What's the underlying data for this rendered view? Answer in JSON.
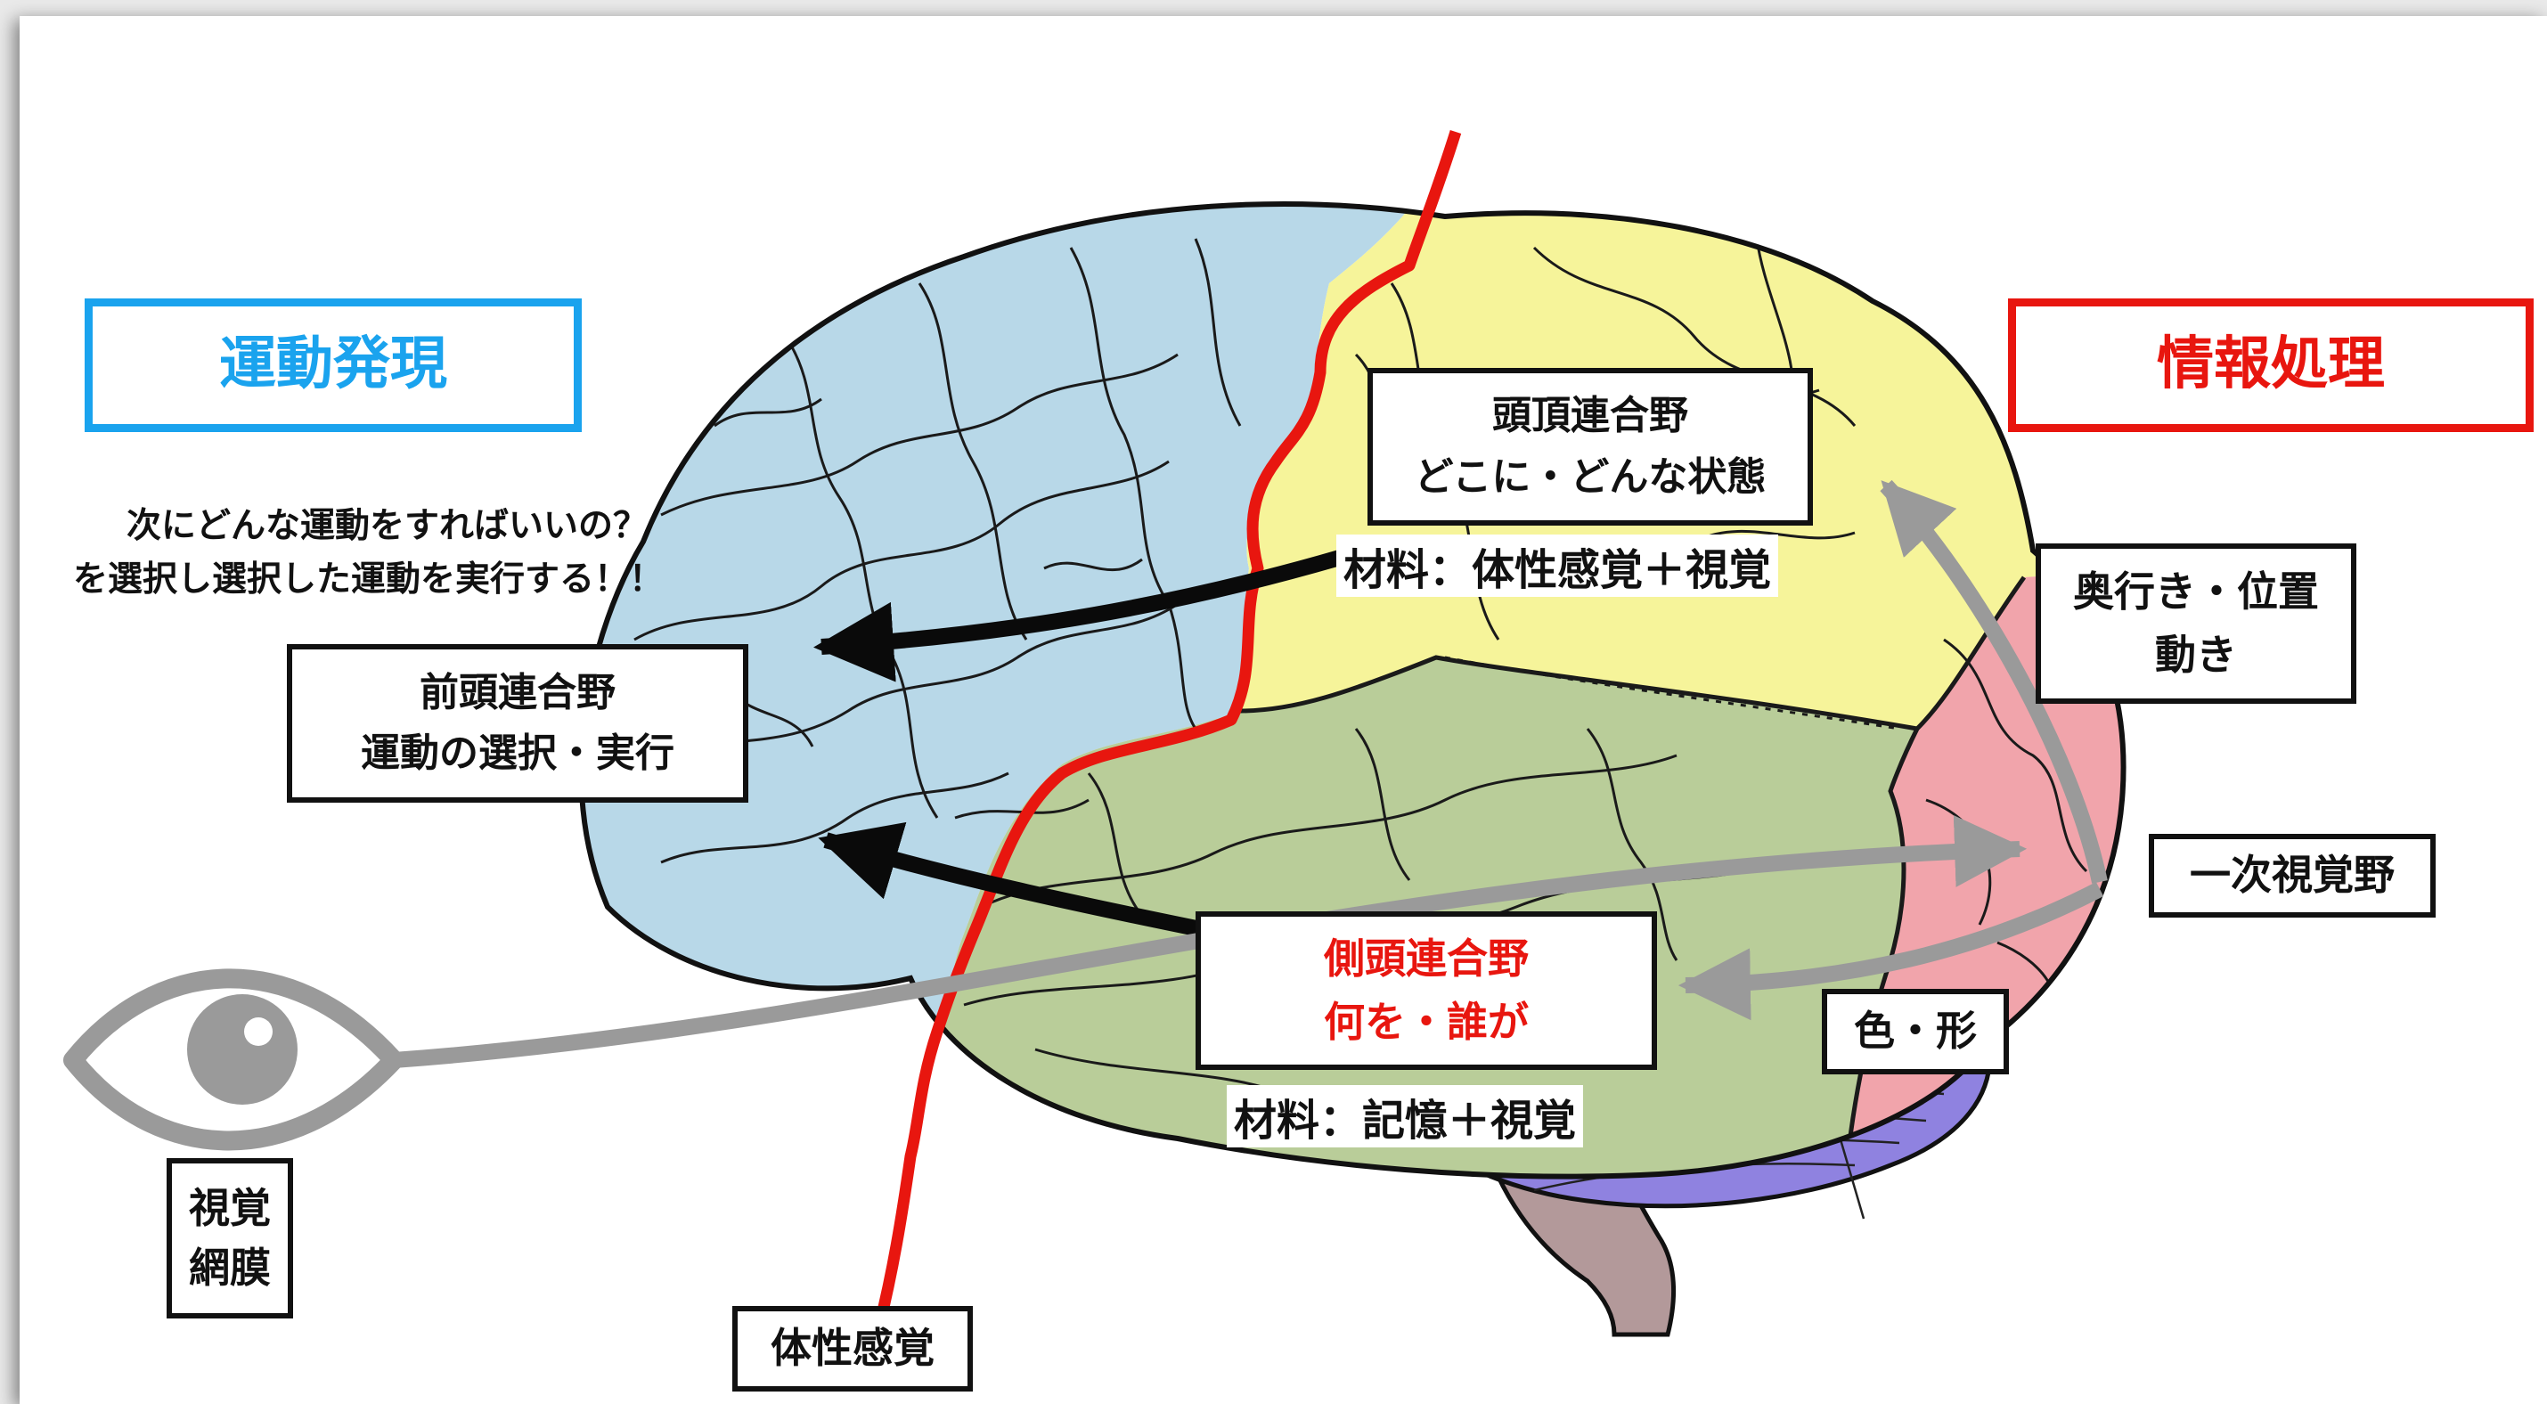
{
  "colors": {
    "frontal": "#b8d8e8",
    "parietal": "#f6f49a",
    "temporal": "#b9cd99",
    "occipital": "#f1a4ab",
    "cerebellum": "#8f82e0",
    "brainstem": "#b3999a",
    "central_sulcus": "#e8160f",
    "motor_title": "#1aa3ee",
    "info_title": "#e8160f",
    "arrow_black": "#0a0a0a",
    "arrow_gray": "#9a9a9a"
  },
  "titles": {
    "motor": "運動発現",
    "info": "情報処理"
  },
  "question": {
    "line1": "次にどんな運動をすればいいの？",
    "line2": "を選択し選択した運動を実行する！！"
  },
  "frontal_box": {
    "line1": "前頭連合野",
    "line2": "運動の選択・実行"
  },
  "parietal_box": {
    "line1": "頭頂連合野",
    "line2": "どこに・どんな状態",
    "material": "材料：体性感覚＋視覚"
  },
  "temporal_box": {
    "line1": "側頭連合野",
    "line2": "何を・誰が",
    "material": "材料：記憶＋視覚"
  },
  "depth_box": {
    "line1": "奥行き・位置",
    "line2": "動き"
  },
  "primary_visual": "一次視覚野",
  "color_shape": "色・形",
  "retina": {
    "line1": "視覚",
    "line2": "網膜"
  },
  "somatosensory": "体性感覚"
}
